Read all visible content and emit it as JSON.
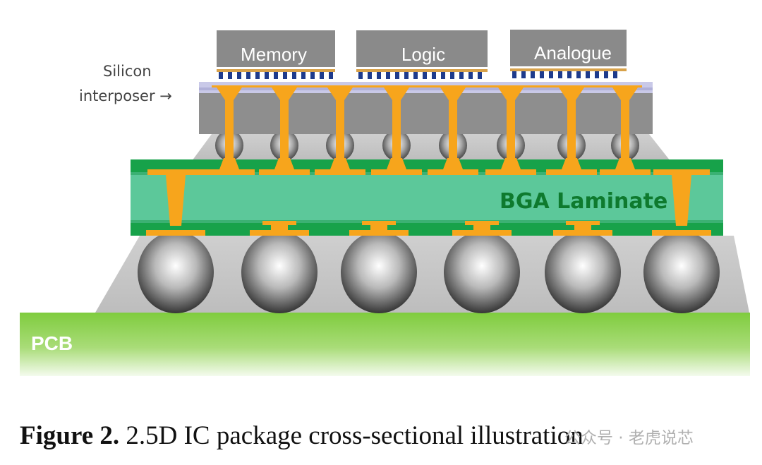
{
  "labels": {
    "memory": "Memory",
    "logic": "Logic",
    "analogue": "Analogue",
    "silicon": "Silicon",
    "interposer": "interposer →",
    "bga": "BGA Laminate",
    "pcb": "PCB"
  },
  "caption": {
    "prefix": "Figure 2.",
    "text": " 2.5D IC package cross-sectional illustration"
  },
  "watermark": "公众号 · 老虎说芯",
  "colors": {
    "die": "#8a8a8a",
    "copper": "#f7a51c",
    "laminate_core": "#5cc89a",
    "laminate_layer": "#17a24a",
    "pcb": "#8bd14a",
    "mold": "#c8c8c8"
  }
}
